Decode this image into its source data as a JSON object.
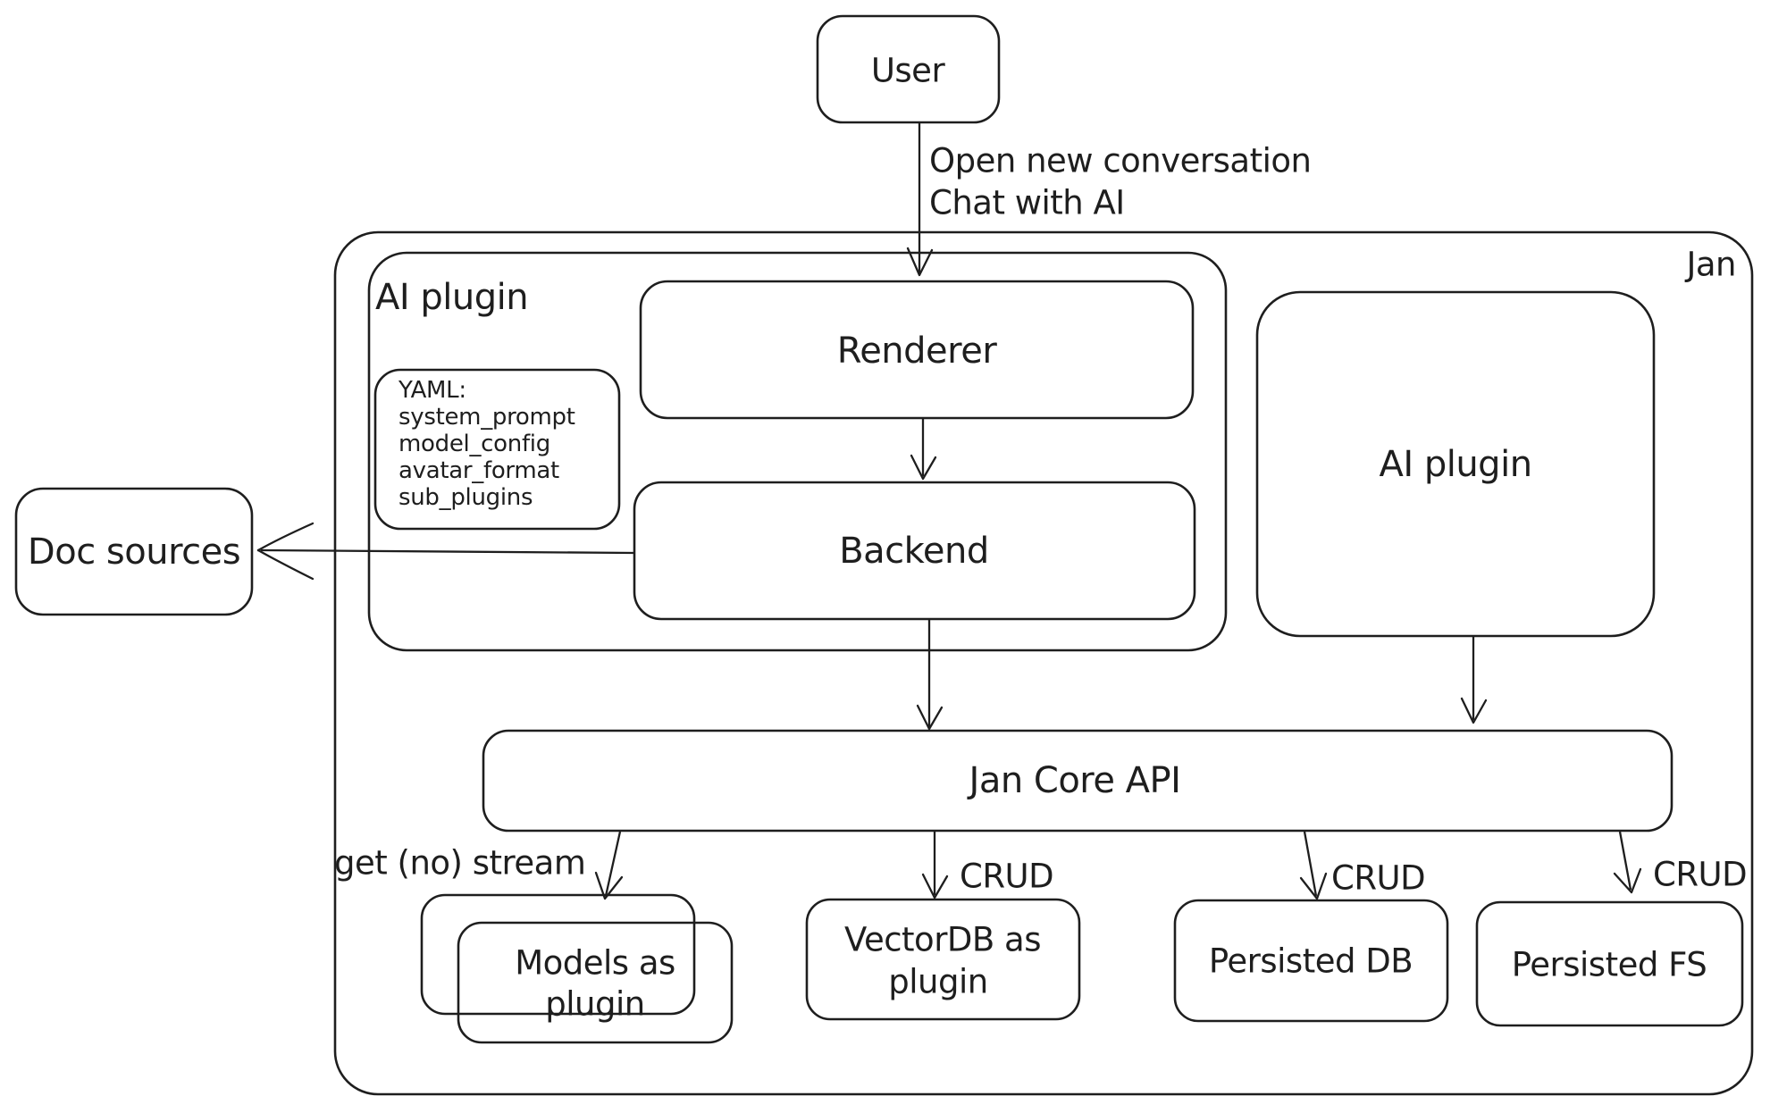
{
  "colors": {
    "stroke": "#1e1e1e",
    "background": "#ffffff"
  },
  "diagram": {
    "outer_label": "Jan",
    "nodes": {
      "user": {
        "label": "User"
      },
      "ai_plugin_container": {
        "label": "AI plugin"
      },
      "renderer": {
        "label": "Renderer"
      },
      "backend": {
        "label": "Backend"
      },
      "yaml_note": {
        "lines": [
          "YAML:",
          "system_prompt",
          "model_config",
          "avatar_format",
          "sub_plugins"
        ]
      },
      "doc_sources": {
        "label": "Doc sources"
      },
      "ai_plugin_right": {
        "label": "AI plugin"
      },
      "jan_core_api": {
        "label": "Jan Core API"
      },
      "models_plugin": {
        "lines": [
          "Models as",
          "plugin"
        ]
      },
      "vectordb_plugin": {
        "lines": [
          "VectorDB as",
          "plugin"
        ]
      },
      "persisted_db": {
        "label": "Persisted DB"
      },
      "persisted_fs": {
        "label": "Persisted FS"
      }
    },
    "edges": {
      "user_to_renderer": {
        "label_lines": [
          "Open new conversation",
          "Chat with AI"
        ]
      },
      "jan_core_to_models": {
        "label": "get (no) stream"
      },
      "jan_core_to_vectordb": {
        "label": "CRUD"
      },
      "jan_core_to_persisted_db": {
        "label": "CRUD"
      },
      "jan_core_to_persisted_fs": {
        "label": "CRUD"
      }
    }
  }
}
